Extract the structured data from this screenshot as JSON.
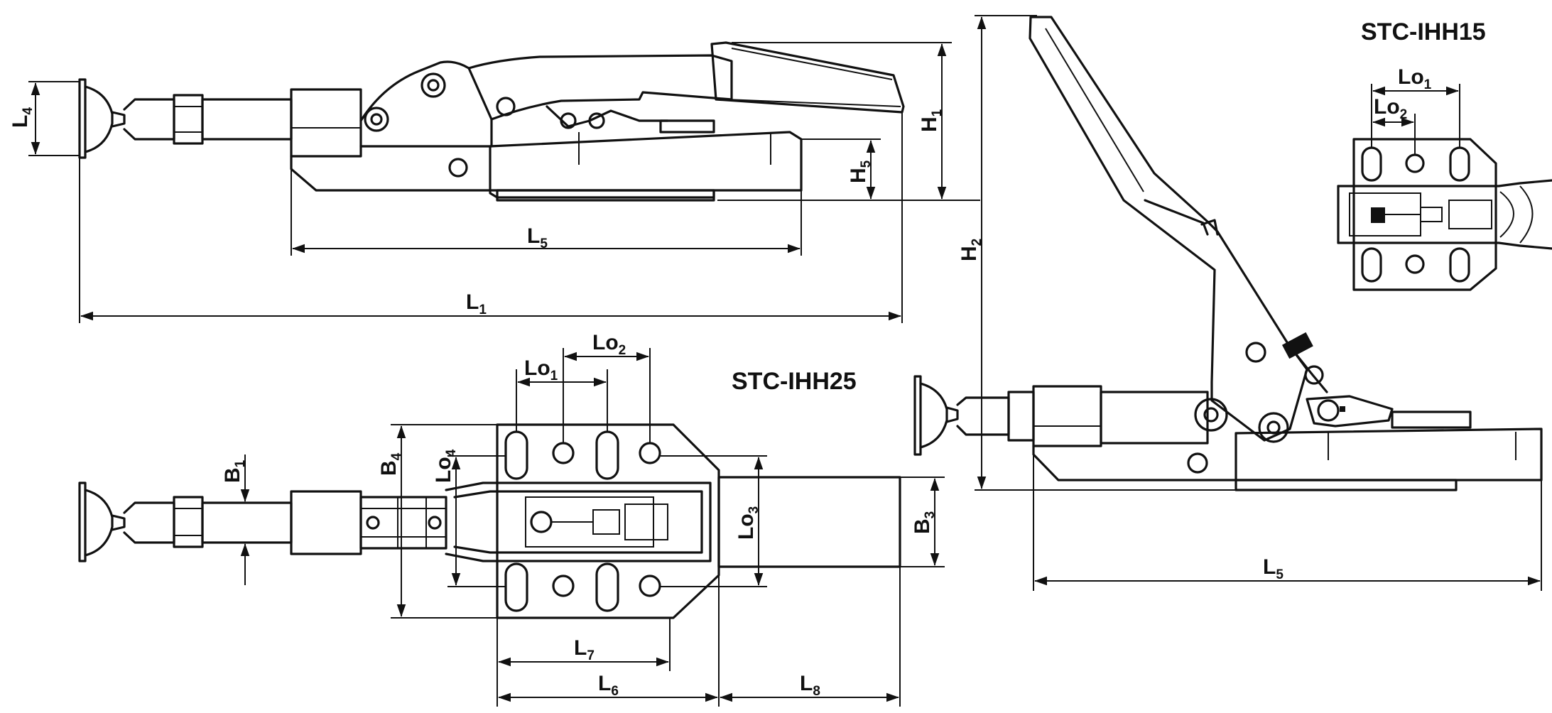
{
  "titles": {
    "model_a": "STC-IHH15",
    "model_b": "STC-IHH25"
  },
  "dimensions": {
    "L1": {
      "main": "L",
      "sub": "1"
    },
    "L4": {
      "main": "L",
      "sub": "4"
    },
    "L5": {
      "main": "L",
      "sub": "5"
    },
    "L5_side": {
      "main": "L",
      "sub": "5"
    },
    "L6": {
      "main": "L",
      "sub": "6"
    },
    "L7": {
      "main": "L",
      "sub": "7"
    },
    "L8": {
      "main": "L",
      "sub": "8"
    },
    "H1": {
      "main": "H",
      "sub": "1"
    },
    "H2": {
      "main": "H",
      "sub": "2"
    },
    "H5": {
      "main": "H",
      "sub": "5"
    },
    "B1": {
      "main": "B",
      "sub": "1"
    },
    "B3": {
      "main": "B",
      "sub": "3"
    },
    "B4": {
      "main": "B",
      "sub": "4"
    },
    "Lo1": {
      "main": "Lo",
      "sub": "1"
    },
    "Lo2": {
      "main": "Lo",
      "sub": "2"
    },
    "Lo3": {
      "main": "Lo",
      "sub": "3"
    },
    "Lo4": {
      "main": "Lo",
      "sub": "4"
    },
    "Lo1_small": {
      "main": "Lo",
      "sub": "1"
    },
    "Lo2_small": {
      "main": "Lo",
      "sub": "2"
    }
  }
}
